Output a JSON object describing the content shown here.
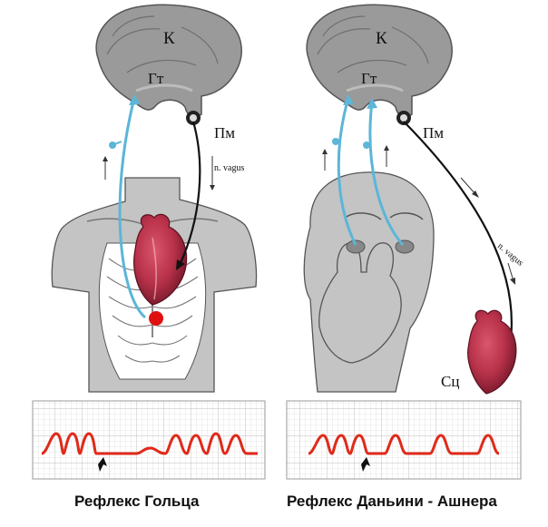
{
  "left_panel": {
    "label_k": "К",
    "label_gt": "Гт",
    "label_pm": "Пм",
    "nerve_label": "n. vagus",
    "caption": "Рефлекс Гольца"
  },
  "right_panel": {
    "label_k": "К",
    "label_gt": "Гт",
    "label_pm": "Пм",
    "nerve_label": "n. vagus",
    "label_sc": "Сц",
    "caption": "Рефлекс Даньини - Ашнера"
  },
  "colors": {
    "afferent_path": "#5bb6d8",
    "efferent_path": "#111111",
    "heart": "#b8324a",
    "stimulus_point": "#e01010",
    "ecg_trace": "#e02a1a",
    "ecg_grid": "#c9c9c9",
    "brain_fill": "#9a9a9a",
    "body_fill": "#c4c4c4"
  }
}
